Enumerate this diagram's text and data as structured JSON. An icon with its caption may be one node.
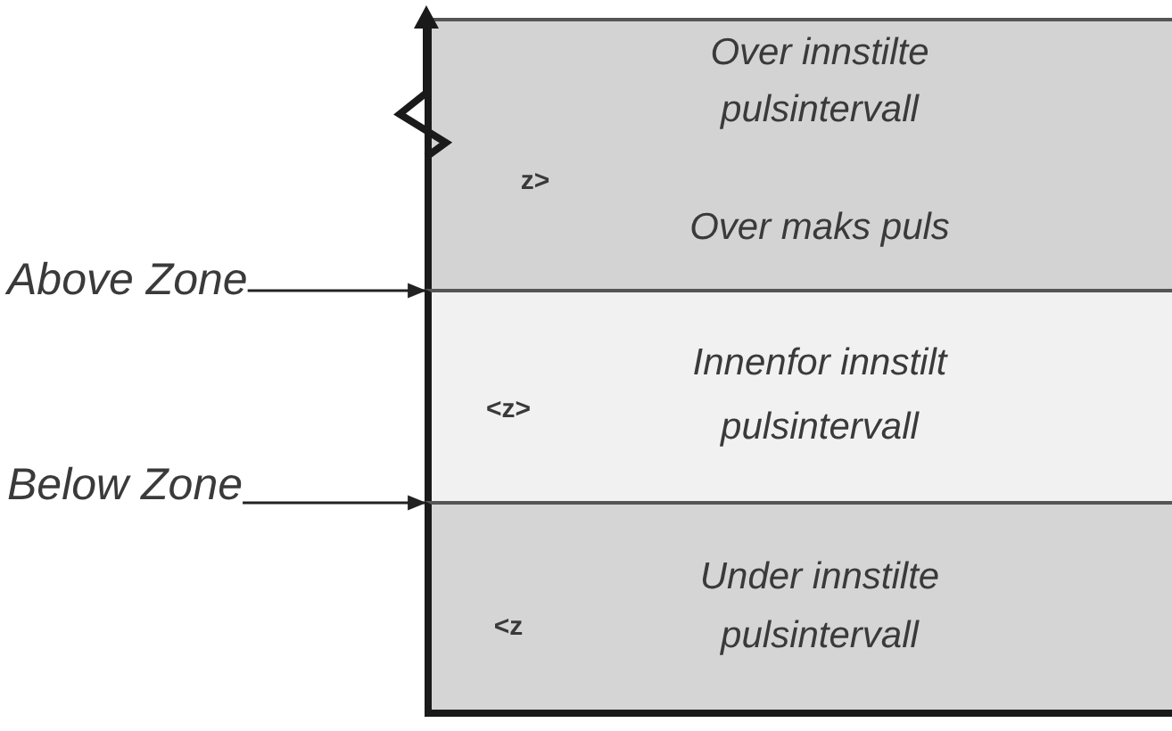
{
  "diagram": {
    "nodes": [
      {
        "text": [
          "z>",
          "Over innstilte pulsintervall",
          "Over maks puls"
        ]
      },
      {
        "text": [
          "<z>",
          "Innenfor innstilt pulsintervall"
        ]
      },
      {
        "text": [
          "<z",
          "Under innstilte pulsintervall"
        ]
      },
      {
        "text": [
          "Above Zone"
        ]
      },
      {
        "text": [
          "Below Zone"
        ]
      }
    ],
    "edges": [
      {
        "from": 3,
        "to": 1,
        "arrow": "to"
      },
      {
        "from": 4,
        "to": 2,
        "arrow": "to"
      }
    ]
  }
}
